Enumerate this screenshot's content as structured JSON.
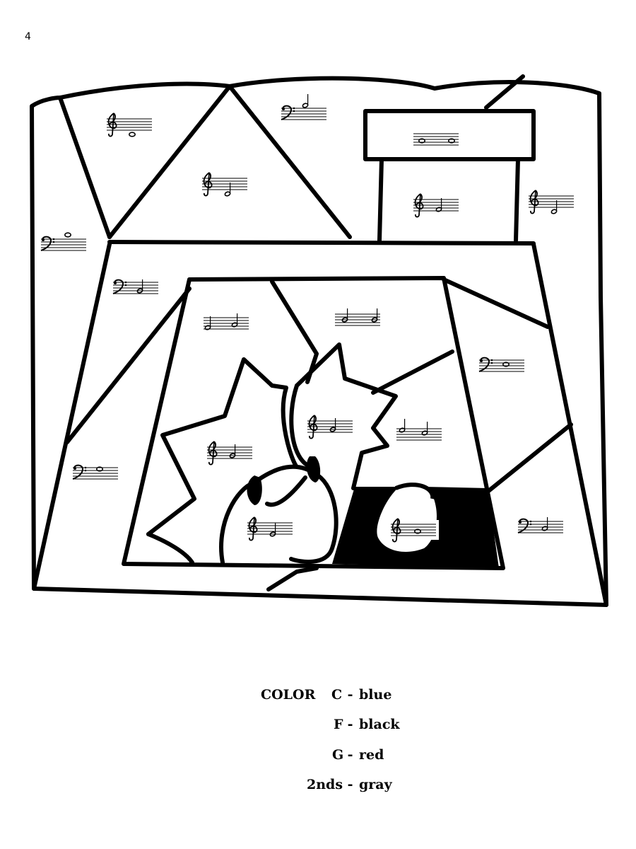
{
  "page_number": "4",
  "legend": {
    "heading": "COLOR",
    "entries": [
      {
        "key": "C",
        "value": "blue"
      },
      {
        "key": "F",
        "value": "black"
      },
      {
        "key": "G",
        "value": "red"
      },
      {
        "key": "2nds",
        "value": "gray"
      }
    ]
  },
  "colors": {
    "ink": "#000000",
    "paper": "#ffffff"
  },
  "note_icons": [
    "treble-clef-icon",
    "bass-clef-icon",
    "whole-note-icon",
    "half-note-icon"
  ]
}
